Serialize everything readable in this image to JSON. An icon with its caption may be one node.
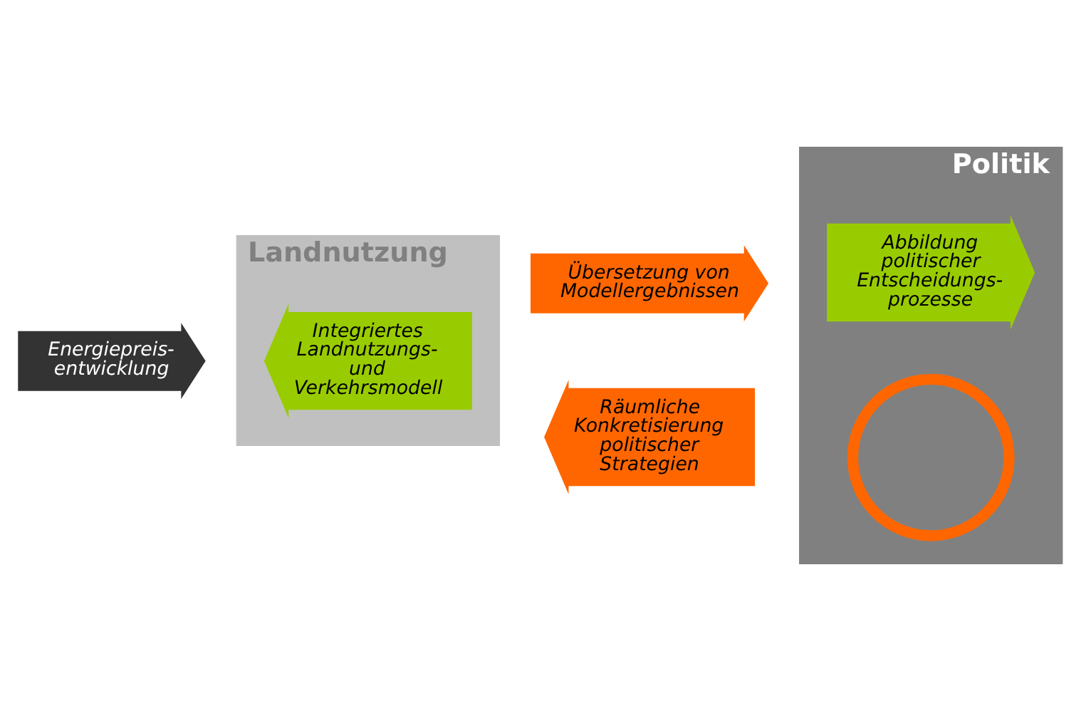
{
  "diagram": {
    "nodes": [
      {
        "text": [
          "Landnutzung"
        ]
      },
      {
        "text": [
          "Politik"
        ]
      },
      {
        "text": [
          "Energiepreis- entwicklung"
        ]
      },
      {
        "text": [
          "Integriertes Landnutzungs- und Verkehrsmodell"
        ],
        "in": 0
      },
      {
        "text": [
          "Übersetzung von Modellergebnissen"
        ]
      },
      {
        "text": [],
        "shape": "circle",
        "in": 1
      },
      {
        "text": [
          "Abbildung politischer Entscheidungs- prozesse"
        ],
        "in": 1
      },
      {
        "text": [
          "Räumliche Konkretisierung politischer Strategien"
        ]
      }
    ],
    "edges": []
  }
}
